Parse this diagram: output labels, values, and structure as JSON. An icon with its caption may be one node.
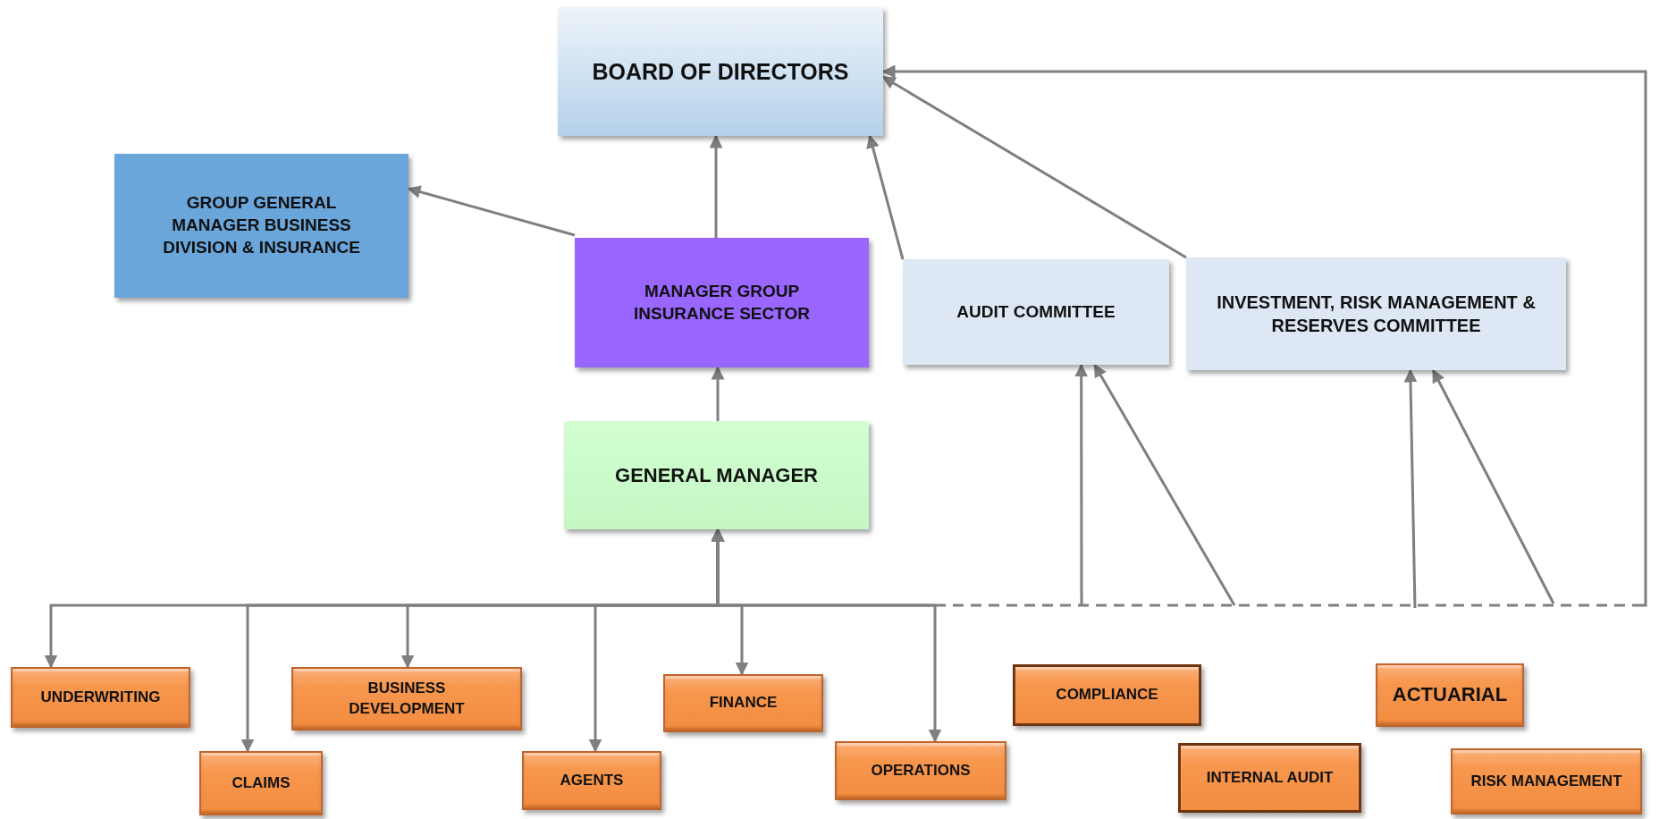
{
  "diagram": {
    "nodes": [
      {
        "text": [
          "BOARD OF DIRECTORS"
        ]
      },
      {
        "text": [
          "GROUP GENERAL MANAGER BUSINESS DIVISION & INSURANCE"
        ]
      },
      {
        "text": [
          "MANAGER GROUP INSURANCE SECTOR"
        ]
      },
      {
        "text": [
          "AUDIT COMMITTEE"
        ]
      },
      {
        "text": [
          "INVESTMENT, RISK MANAGEMENT & RESERVES COMMITTEE"
        ]
      },
      {
        "text": [
          "GENERAL MANAGER"
        ]
      },
      {
        "text": [
          "UNDERWRITING"
        ]
      },
      {
        "text": [
          "CLAIMS"
        ]
      },
      {
        "text": [
          "BUSINESS DEVELOPMENT"
        ]
      },
      {
        "text": [
          "AGENTS"
        ]
      },
      {
        "text": [
          "FINANCE"
        ]
      },
      {
        "text": [
          "OPERATIONS"
        ]
      },
      {
        "text": [
          "COMPLIANCE"
        ]
      },
      {
        "text": [
          "INTERNAL AUDIT"
        ]
      },
      {
        "text": [
          "ACTUARIAL"
        ]
      },
      {
        "text": [
          "RISK MANAGEMENT"
        ]
      }
    ],
    "edges": [
      {
        "from": 2,
        "to": 0,
        "arrow": "to"
      },
      {
        "from": 2,
        "to": 1,
        "arrow": "to"
      },
      {
        "from": 3,
        "to": 0,
        "arrow": "to"
      },
      {
        "from": 4,
        "to": 0,
        "arrow": "to"
      },
      {
        "from": 5,
        "to": 2,
        "arrow": "to"
      },
      {
        "from": 6,
        "to": 5,
        "arrow": "both"
      },
      {
        "from": 7,
        "to": 5,
        "arrow": "both"
      },
      {
        "from": 8,
        "to": 5,
        "arrow": "both"
      },
      {
        "from": 9,
        "to": 5,
        "arrow": "both"
      },
      {
        "from": 10,
        "to": 5,
        "arrow": "both"
      },
      {
        "from": 11,
        "to": 5,
        "arrow": "both"
      },
      {
        "from": 5,
        "to": 0,
        "arrow": "to",
        "style": "dashed"
      },
      {
        "from": null,
        "to": 3,
        "arrow": "to"
      },
      {
        "from": null,
        "to": 3,
        "arrow": "to"
      },
      {
        "from": null,
        "to": 4,
        "arrow": "to"
      },
      {
        "from": null,
        "to": 4,
        "arrow": "to"
      }
    ]
  }
}
